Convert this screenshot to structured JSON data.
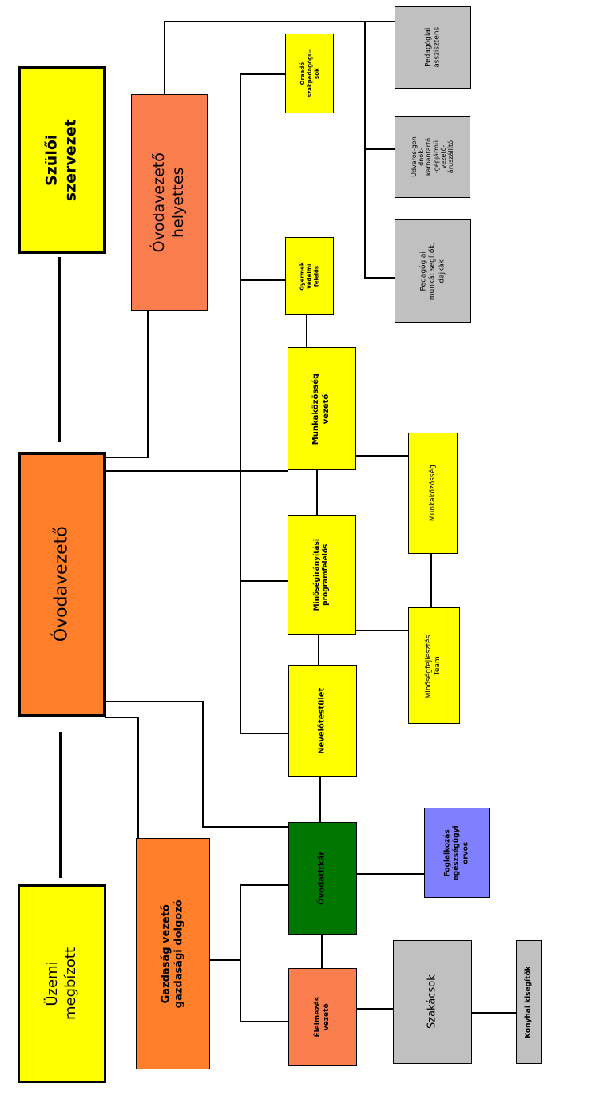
{
  "colors": {
    "yellow": "#ffff00",
    "orange": "#ff7f2a",
    "orange_light": "#fb7f4e",
    "green": "#007700",
    "gray": "#c0c0c0",
    "violet": "#8080ff"
  },
  "nodes": {
    "szuloi_szervezet": "Szülői\nszervezet",
    "ovodavezeto": "Óvodavezető",
    "uzemi_megbizott": "Üzemi\nmegbízott",
    "ovodavezeto_helyettes": "Óvodavezető\nhelyettes",
    "gazdasagi_vezeto": "Gazdaság vezető\ngazdasági dolgozó",
    "oraado_szakpedagogusok": "Óraadó\nszakpedagógu-\nsok",
    "gyermekvedelmi_felelos": "Gyermek\nvédelmi\nfelelős",
    "munkakozosseg_vezeto": "Munkaközösség\nvezető",
    "minosegiranyitasi_programfelelos": "Minőségirányítási\nprogramfelelős",
    "nevelotestulet": "Nevelőtestület",
    "ovodatitkar": "Óvodatitkár",
    "elelmezes_vezeto": "Élelmezés\nvezető",
    "munkakozosseg": "Munkaközösség",
    "minosegfejlesztesi_team": "Minőségfejlesztési\nTeam",
    "foglalkozas_egeszsegugyi_orvos": "Foglalkozás\negészségügyi\norvos",
    "pedagogiai_asszisztens": "Pedagógiai\nasszisztens",
    "udvaros_gondnok": "Udvaros-gon\ndnok-\nkarbantartó\n-gépjármű\nvezető-\náruszállító",
    "pedagogiai_munkat_segitok": "Pedagógiai\nmunkát segítők,\ndajkák",
    "szakacsok": "Szakácsok",
    "konyhai_kisegitok": "Konyhai kisegítők"
  }
}
